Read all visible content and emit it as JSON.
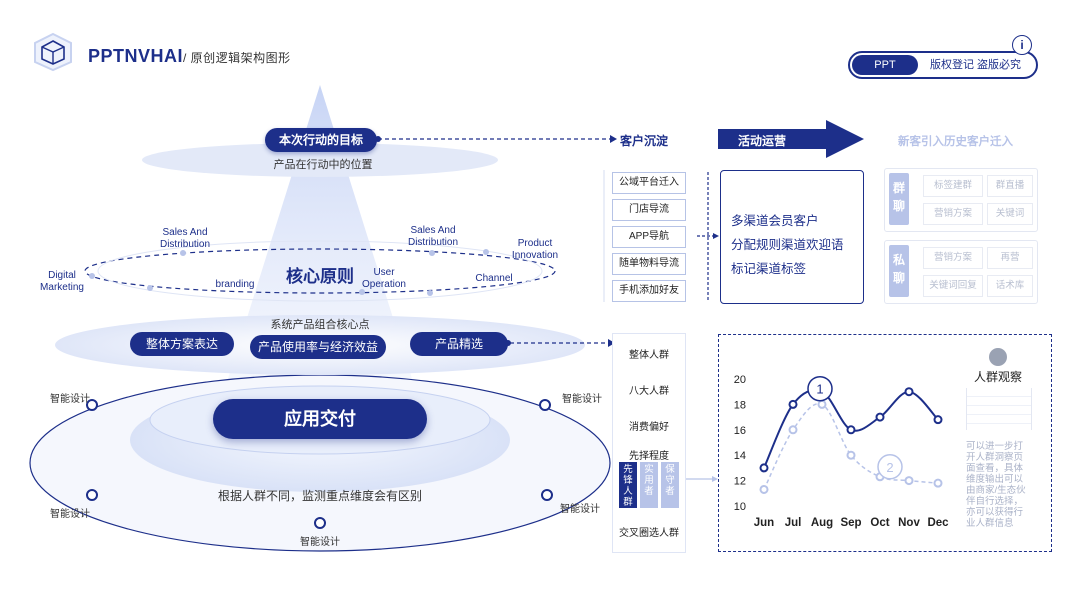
{
  "header": {
    "brand": "PPTNVHAI",
    "subtitle": "/ 原创逻辑架构图形",
    "toggle_on": "PPT",
    "toggle_off": "版权登记 盗版必究",
    "info_icon": "info-icon",
    "logo_icon": "cube-icon"
  },
  "pyramid": {
    "goal_pill": "本次行动的目标",
    "goal_sub": "产品在行动中的位置",
    "core_title": "核心原则",
    "ring_labels": [
      "Digital Marketing",
      "Sales And Distribution",
      "branding",
      "User Operation",
      "Sales And Distribution",
      "Channel",
      "Product Innovation"
    ],
    "core_sub": "系统产品组合核心点",
    "pills": [
      "整体方案表达",
      "产品使用率与经济效益",
      "产品精选"
    ],
    "base_title": "应用交付",
    "base_sub": "根据人群不同，监测重点维度会有区别",
    "base_nodes": [
      "智能设计",
      "智能设计",
      "智能设计",
      "智能设计",
      "智能设计"
    ]
  },
  "flow": {
    "step1": "客户沉淀",
    "step2": "活动运营",
    "step3": "新客引入历史客户迁入",
    "channels": [
      "公域平台迁入",
      "门店导流",
      "APP导航",
      "随单物料导流",
      "手机添加好友"
    ],
    "center_lines": [
      "多渠道会员客户",
      "分配规则渠道欢迎语",
      "标记渠道标签"
    ],
    "group_chat": {
      "label": "群聊",
      "tags": [
        "标签建群",
        "群直播",
        "营销方案",
        "关键词"
      ]
    },
    "private_chat": {
      "label": "私聊",
      "tags": [
        "营销方案",
        "再营",
        "关键词回复",
        "话术库"
      ]
    }
  },
  "segments": {
    "items": [
      "整体人群",
      "八大人群",
      "消费偏好",
      "先择程度"
    ],
    "sub": [
      "先锋人群",
      "实用者",
      "保守者"
    ],
    "last": "交叉圈选人群"
  },
  "chart_data": {
    "type": "line",
    "categories": [
      "Jun",
      "Jul",
      "Aug",
      "Sep",
      "Oct",
      "Nov",
      "Dec"
    ],
    "ylim": [
      10,
      20
    ],
    "yticks": [
      10,
      12,
      14,
      16,
      18,
      20
    ],
    "series": [
      {
        "values": [
          13,
          18,
          19,
          16,
          17,
          19,
          16.8
        ],
        "color": "#1d2f8a"
      },
      {
        "values": [
          11.3,
          16,
          18,
          14,
          12.3,
          12,
          11.8
        ],
        "color": "#b7c3e8"
      }
    ],
    "markers": [
      "1",
      "2"
    ]
  },
  "observation": {
    "title": "人群观察",
    "text": "可以进一步打开人群洞察页面查看，具体维度输出可以由商家/生态伙伴自行选择，亦可以获得行业人群信息"
  },
  "colors": {
    "primary": "#1d2f8a",
    "light": "#b7c3e8",
    "pale": "#e6ecfa"
  }
}
